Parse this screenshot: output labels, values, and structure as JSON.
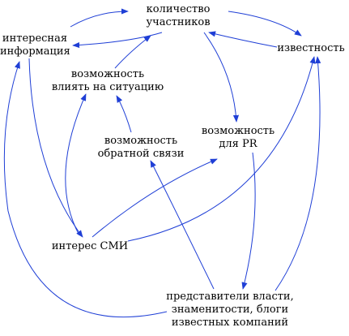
{
  "colors": {
    "edge": "#1f3fd6",
    "text": "#000000",
    "background": "#ffffff"
  },
  "nodes": {
    "participants": {
      "line1": "количество",
      "line2": "участников"
    },
    "interesting": {
      "line1": "интересная",
      "line2": "информация"
    },
    "fame": {
      "line1": "известность"
    },
    "influence": {
      "line1": "возможность",
      "line2": "влиять на ситуацию"
    },
    "feedback": {
      "line1": "возможность",
      "line2": "обратной связи"
    },
    "pr": {
      "line1": "возможность",
      "line2": "для PR"
    },
    "media": {
      "line1": "интерес СМИ"
    },
    "officials": {
      "line1": "представители власти,",
      "line2": "знаменитости, блоги",
      "line3": "известных компаний"
    }
  },
  "edges": [
    {
      "from": "interesting",
      "to": "participants"
    },
    {
      "from": "participants",
      "to": "interesting"
    },
    {
      "from": "participants",
      "to": "fame"
    },
    {
      "from": "fame",
      "to": "participants"
    },
    {
      "from": "participants",
      "to": "pr"
    },
    {
      "from": "influence",
      "to": "participants"
    },
    {
      "from": "feedback",
      "to": "influence"
    },
    {
      "from": "media",
      "to": "influence"
    },
    {
      "from": "interesting",
      "to": "media"
    },
    {
      "from": "media",
      "to": "pr"
    },
    {
      "from": "media",
      "to": "fame"
    },
    {
      "from": "pr",
      "to": "officials"
    },
    {
      "from": "officials",
      "to": "feedback"
    },
    {
      "from": "officials",
      "to": "fame"
    },
    {
      "from": "officials",
      "to": "interesting"
    }
  ]
}
